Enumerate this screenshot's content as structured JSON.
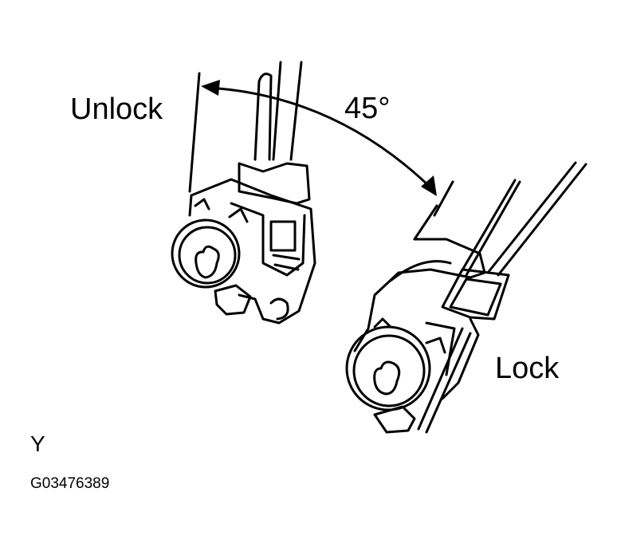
{
  "labels": {
    "unlock": "Unlock",
    "angle": "45°",
    "lock": "Lock",
    "view_letter": "Y",
    "figure_code": "G03476389"
  },
  "colors": {
    "ink": "#000000",
    "background": "#ffffff"
  },
  "icons": [
    "seat-belt-retractor-unlocked",
    "seat-belt-retractor-locked",
    "rotation-arc-arrow"
  ]
}
